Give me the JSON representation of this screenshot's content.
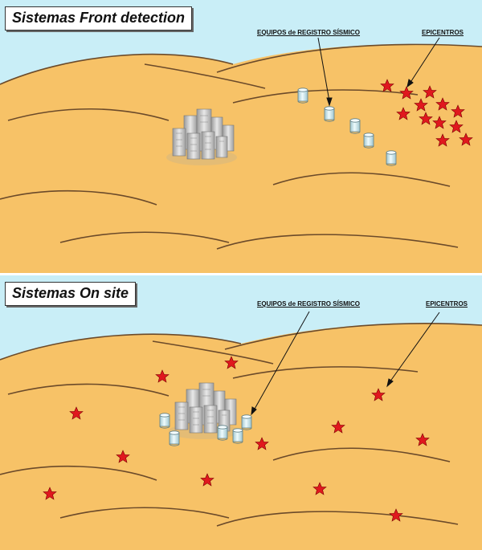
{
  "panels": [
    {
      "title": "Sistemas Front detection",
      "label_equipment": "EQUIPOS de REGISTRO SÍSMICO",
      "label_epicenters": "EPICENTROS"
    },
    {
      "title": "Sistemas On site",
      "label_equipment": "EQUIPOS de REGISTRO SÍSMICO",
      "label_epicenters": "EPICENTROS"
    }
  ],
  "colors": {
    "sky": "#c9eef7",
    "ground": "#f7c267",
    "hill_line": "#6b4a2a",
    "star": "#e0181e",
    "sensor": "#d6eef4",
    "building": "#c8c8c8"
  }
}
